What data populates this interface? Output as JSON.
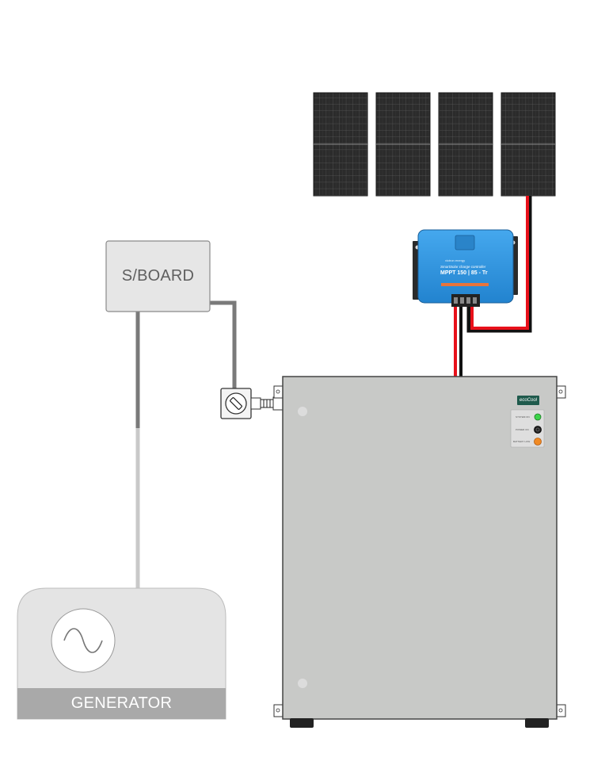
{
  "diagram": {
    "switchboard": {
      "label": "S/BOARD"
    },
    "generator": {
      "label": "GENERATOR",
      "symbol": "ac-sine-icon"
    },
    "solar_array": {
      "panel_count": 4
    },
    "charge_controller": {
      "brand_line": "victron energy",
      "product_line": "SmartSolar charge controller",
      "model": "MPPT 150 | 85 - Tr"
    },
    "cabinet": {
      "logo": "ecoCool",
      "indicators": [
        {
          "label": "SYSTEM ON",
          "color": "#3cd34a"
        },
        {
          "label": "POWER ON",
          "color": "#222222"
        },
        {
          "label": "BATTERY LOW",
          "color": "#f08a24"
        }
      ]
    },
    "colors": {
      "cable_red": "#e8101a",
      "cable_black": "#111111",
      "cable_grey": "#7a7a7a",
      "cable_light": "#c9c9c9",
      "cabinet_fill": "#c8c9c7",
      "controller_blue": "#2f93dc"
    }
  }
}
